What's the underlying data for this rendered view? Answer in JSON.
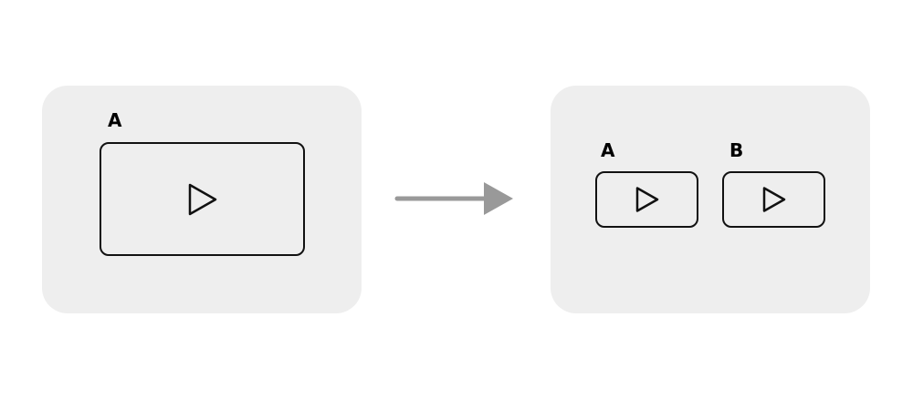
{
  "before": {
    "video_label": "A"
  },
  "after": {
    "videos": [
      {
        "label": "A"
      },
      {
        "label": "B"
      }
    ]
  },
  "icons": {
    "play": "play-icon",
    "arrow": "arrow-right-icon"
  },
  "colors": {
    "panel_bg": "#eeeeee",
    "stroke": "#111111",
    "arrow": "#999999"
  }
}
